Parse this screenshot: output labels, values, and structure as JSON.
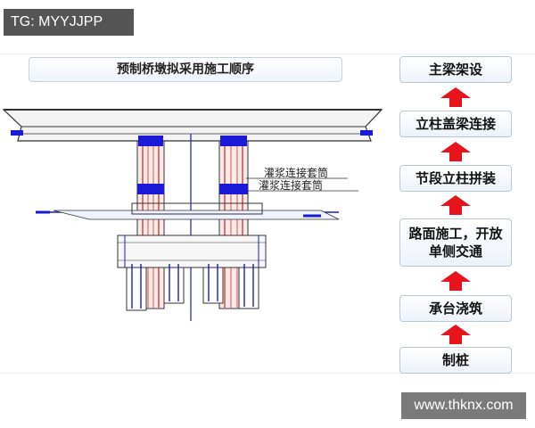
{
  "watermark": "TG: MYYJJPP",
  "site_watermark": "www.thknx.com",
  "diagram": {
    "title": "预制桥墩拟采用施工顺序",
    "label_line1": "灌浆连接套筒",
    "label_line2": "灌浆连接套筒"
  },
  "steps": [
    {
      "label": "主梁架设"
    },
    {
      "label": "立柱盖梁连接"
    },
    {
      "label": "节段立柱拼装"
    },
    {
      "label": "路面施工，开放单侧交通"
    },
    {
      "label": "承台浇筑"
    },
    {
      "label": "制桩"
    }
  ],
  "colors": {
    "arrow": "#e8141c",
    "sleeve_blue": "#1a1ad6",
    "rebar_red": "#e05050",
    "structure": "#333333"
  }
}
